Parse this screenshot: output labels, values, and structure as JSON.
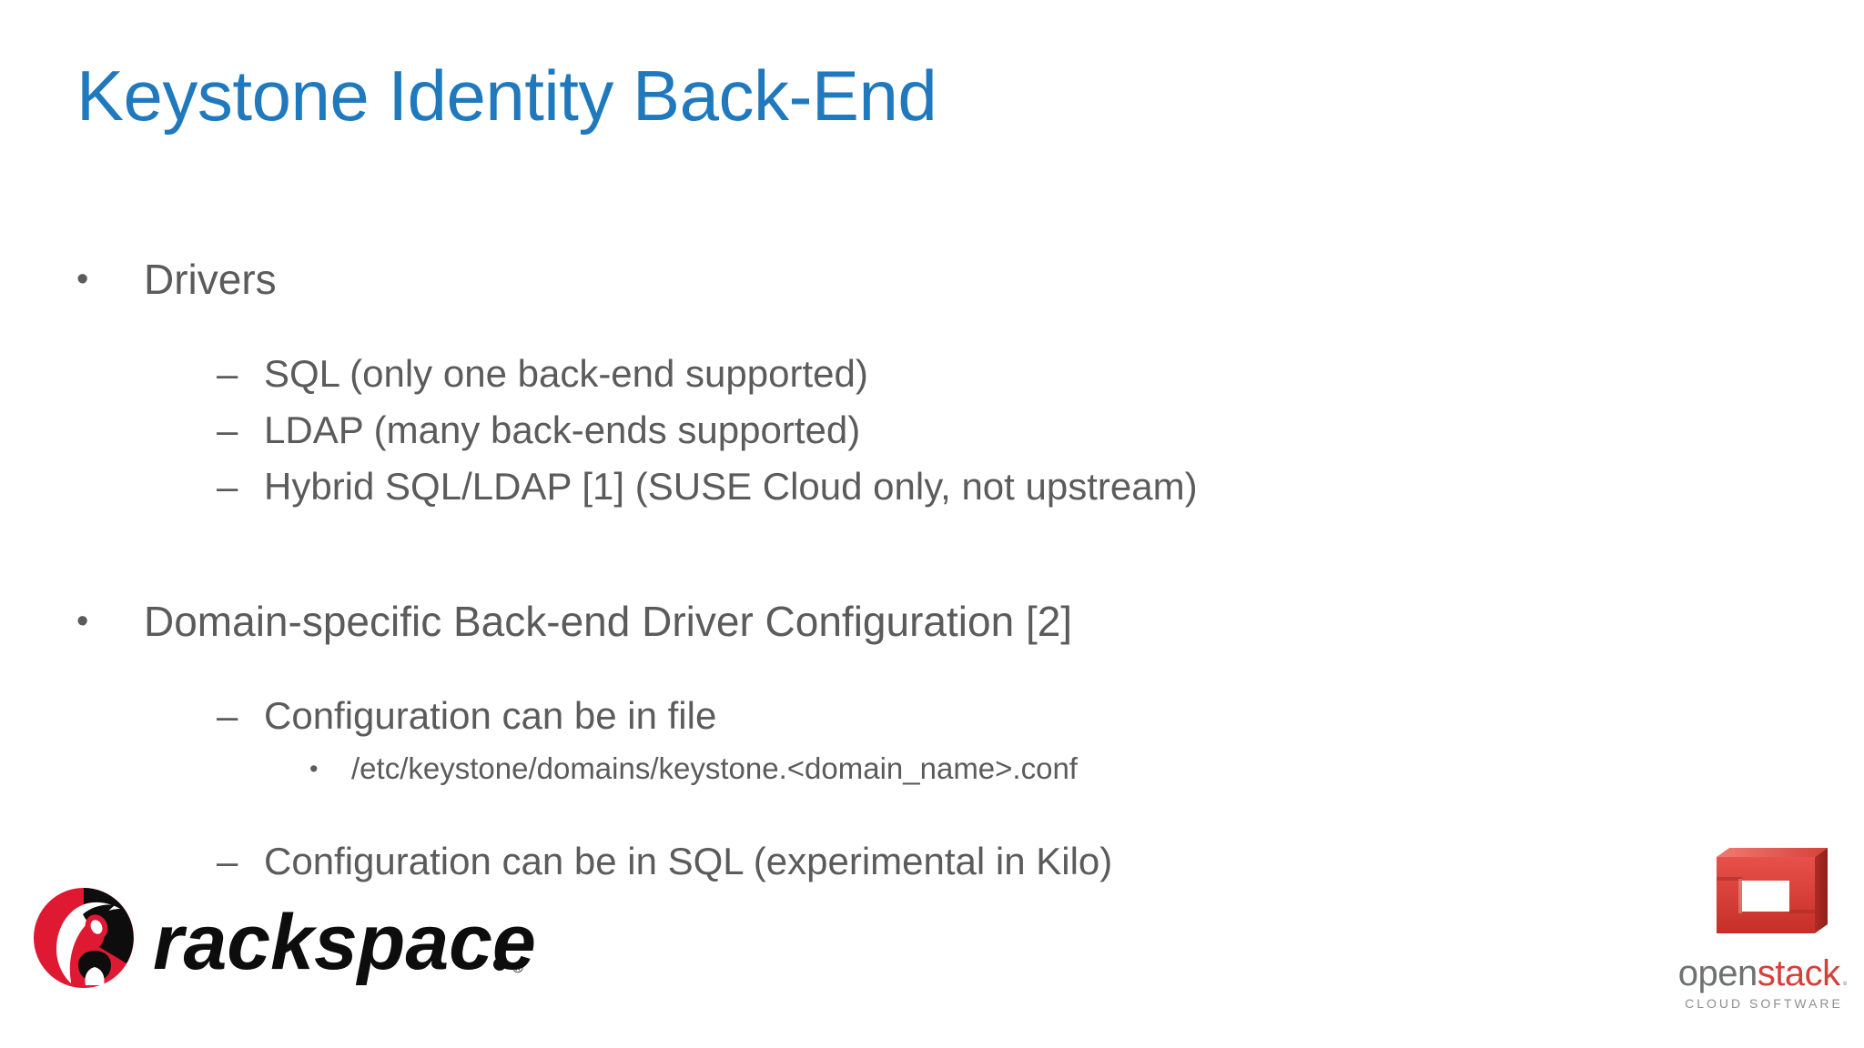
{
  "slide": {
    "title": "Keystone Identity Back-End",
    "title_color": "#2079bd",
    "body_color": "#5b5b5b",
    "background_color": "#ffffff",
    "bullets": [
      {
        "level": 1,
        "marker": "•",
        "text": "Drivers"
      },
      {
        "level": 2,
        "marker": "–",
        "text": "SQL (only one back-end supported)"
      },
      {
        "level": 2,
        "marker": "–",
        "text": "LDAP (many back-ends supported)"
      },
      {
        "level": 2,
        "marker": "–",
        "text": "Hybrid SQL/LDAP [1] (SUSE Cloud only, not upstream)"
      },
      {
        "level": 1,
        "marker": "•",
        "text": "Domain-specific Back-end Driver Configuration [2]"
      },
      {
        "level": 2,
        "marker": "–",
        "text": "Configuration can be in file"
      },
      {
        "level": 3,
        "marker": "•",
        "text": "/etc/keystone/domains/keystone.<domain_name>.conf"
      },
      {
        "level": 2,
        "marker": "–",
        "text": "Configuration can be in SQL (experimental in Kilo)"
      }
    ]
  },
  "logos": {
    "rackspace": {
      "name": "rackspace-logo",
      "wordmark": "rackspace",
      "period": ".",
      "registered_mark": "®",
      "red": "#e01933",
      "black": "#0d0d0d"
    },
    "openstack": {
      "name": "openstack-logo",
      "word_open": "open",
      "word_stack": "stack",
      "word_dot": ".",
      "tagline": "CLOUD SOFTWARE",
      "red": "#d4403a",
      "gray": "#6e7271"
    }
  }
}
